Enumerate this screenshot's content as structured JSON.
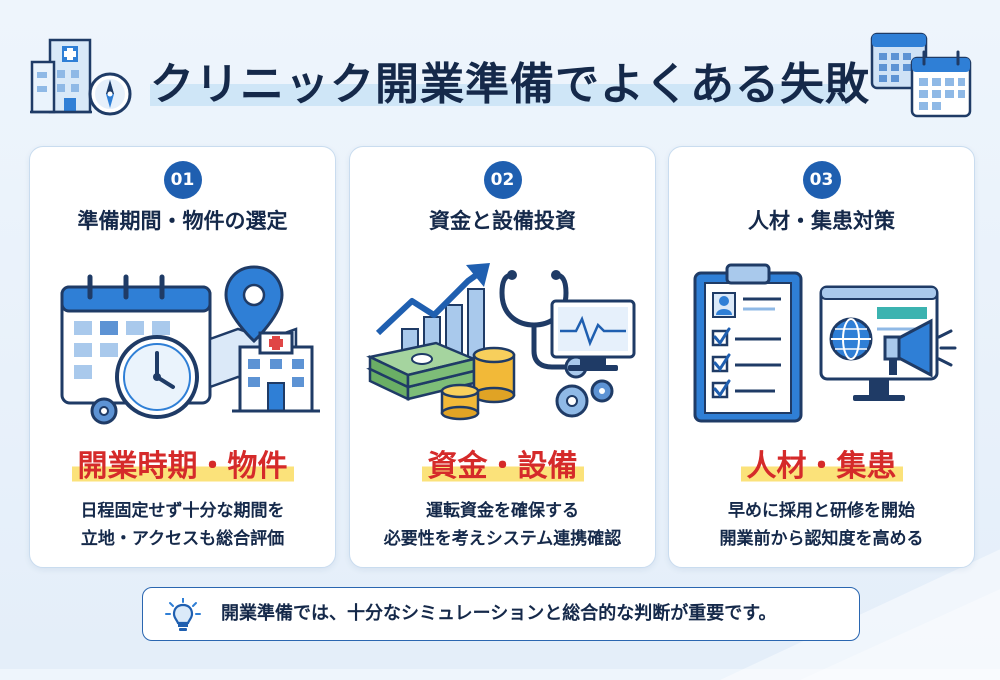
{
  "title": "クリニック開業準備でよくある失敗",
  "cards": [
    {
      "number": "01",
      "title": "準備期間・物件の選定",
      "highlight": "開業時期・物件",
      "desc_lines": [
        "日程固定せず十分な期間を",
        "立地・アクセスも総合評価"
      ]
    },
    {
      "number": "02",
      "title": "資金と設備投資",
      "highlight": "資金・設備",
      "desc_lines": [
        "運転資金を確保する",
        "必要性を考えシステム連携確認"
      ]
    },
    {
      "number": "03",
      "title": "人材・集患対策",
      "highlight": "人材・集患",
      "desc_lines": [
        "早めに採用と研修を開始",
        "開業前から認知度を高める"
      ]
    }
  ],
  "footer": {
    "text": "開業準備では、十分なシミュレーションと総合的な判断が重要です。"
  },
  "colors": {
    "primary": "#1f5fb0",
    "navy": "#15294a",
    "highlight_text": "#d52a2a",
    "highlight_marker": "#fbe27a",
    "background": "#eef5fc"
  },
  "icons": {
    "header_left": "hospital-compass-icon",
    "header_right": "calendar-icon",
    "card1": "calendar-clock-map-hospital-icon",
    "card2": "money-chart-stethoscope-icon",
    "card3": "clipboard-monitor-megaphone-icon",
    "footer": "lightbulb-icon"
  }
}
